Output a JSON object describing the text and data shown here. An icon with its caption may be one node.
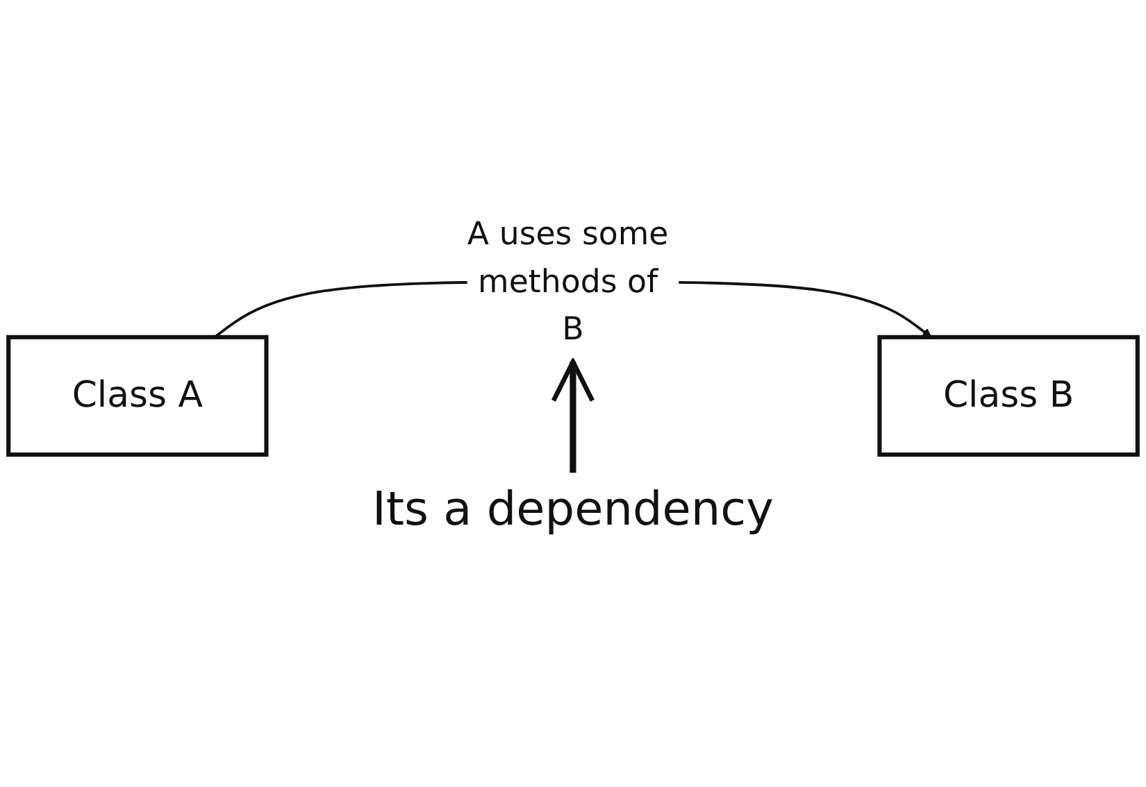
{
  "diagram": {
    "nodes": [
      {
        "text": [
          "Class A"
        ]
      },
      {
        "text": [
          "Class B"
        ]
      },
      {
        "text": [
          "Its a dependency"
        ]
      }
    ],
    "edges": [
      {
        "from": 0,
        "to": 1,
        "arrow": "to",
        "label": "A uses some methods of B"
      },
      {
        "from": 2,
        "to": null,
        "arrow": "to",
        "style": "thick"
      }
    ]
  }
}
